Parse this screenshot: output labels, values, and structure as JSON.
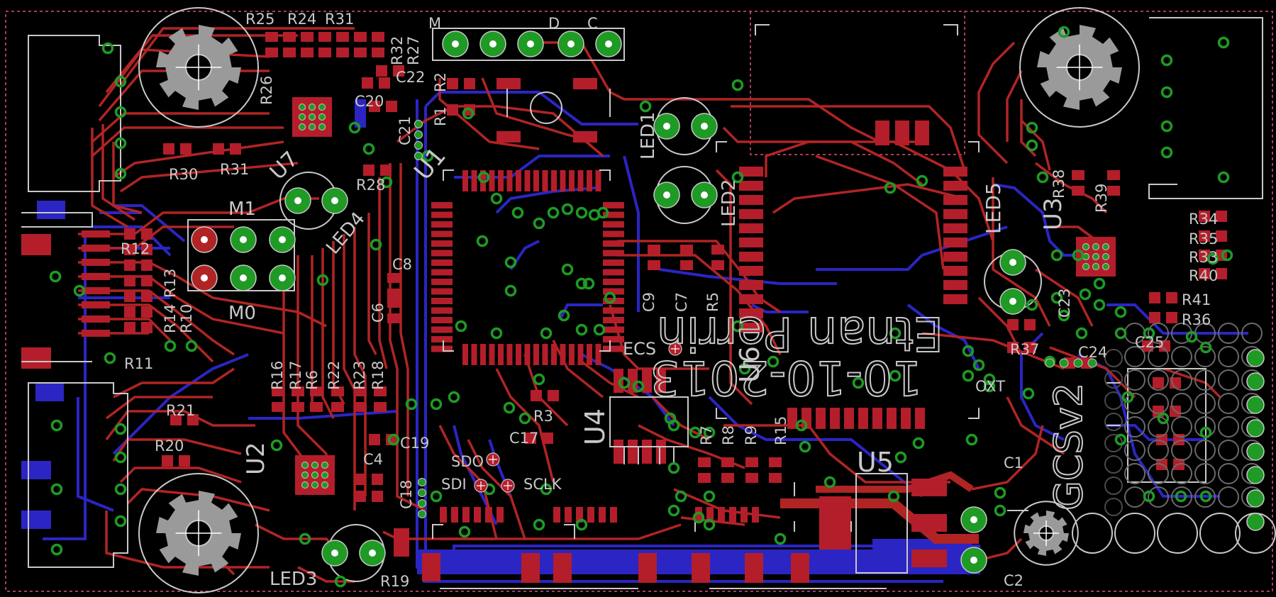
{
  "colors": {
    "background": "#000000",
    "top_copper": "#b12424",
    "bottom_copper": "#2b25c4",
    "silkscreen": "#c8c8c8",
    "via": "#1f9a25",
    "smd_pad": "#b41e2a",
    "outline": "#e0507a"
  },
  "board": {
    "author": "Etnan Perrin",
    "date": "10-10-2013",
    "version": "GCSv2"
  },
  "labels": {
    "r25": "R25",
    "r24": "R24",
    "r31": "R31",
    "r32": "R32",
    "r27": "R27",
    "r26": "R26",
    "r22": "R22",
    "r20a": "C20",
    "c22": "C22",
    "c21": "C21",
    "r2": "R2",
    "r1": "R1",
    "r30": "R30",
    "r31b": "R31",
    "r28": "R28",
    "m": "M",
    "d": "D",
    "c": "C",
    "m1": "M1",
    "m0": "M0",
    "led4": "LED4",
    "led1": "LED1",
    "led2": "LED2",
    "led5": "LED5",
    "led3": "LED3",
    "u1": "U1",
    "u2": "U2",
    "u3": "U3",
    "u4": "U4",
    "u5": "U5",
    "u6": "U6",
    "u7": "U7",
    "r12": "R12",
    "r13": "R13",
    "r11": "R11",
    "r14": "R14",
    "r10": "R10",
    "c8": "C8",
    "c6": "C6",
    "c9": "C9",
    "c7": "C7",
    "r5": "R5",
    "r16": "R16",
    "r17": "R17",
    "r6": "R6",
    "r22b": "R22",
    "r23": "R23",
    "r18": "R18",
    "r21": "R21",
    "r20": "R20",
    "c19": "C19",
    "c4": "C4",
    "c18": "C18",
    "r19": "R19",
    "r3": "R3",
    "c17": "C17",
    "ecs": "ECS",
    "sdo": "SDO",
    "sdi": "SDI",
    "sclk": "SCLK",
    "r7": "R7",
    "r8": "R8",
    "r9": "R9",
    "r15": "R15",
    "c1": "C1",
    "c2": "C2",
    "r38": "R38",
    "r39": "R39",
    "r34": "R34",
    "r35": "R35",
    "r33": "R33",
    "r40": "R40",
    "r41": "R41",
    "r36": "R36",
    "r37": "R37",
    "c23": "C23",
    "c24": "C24",
    "c25": "C25",
    "oxt": "OXT"
  }
}
